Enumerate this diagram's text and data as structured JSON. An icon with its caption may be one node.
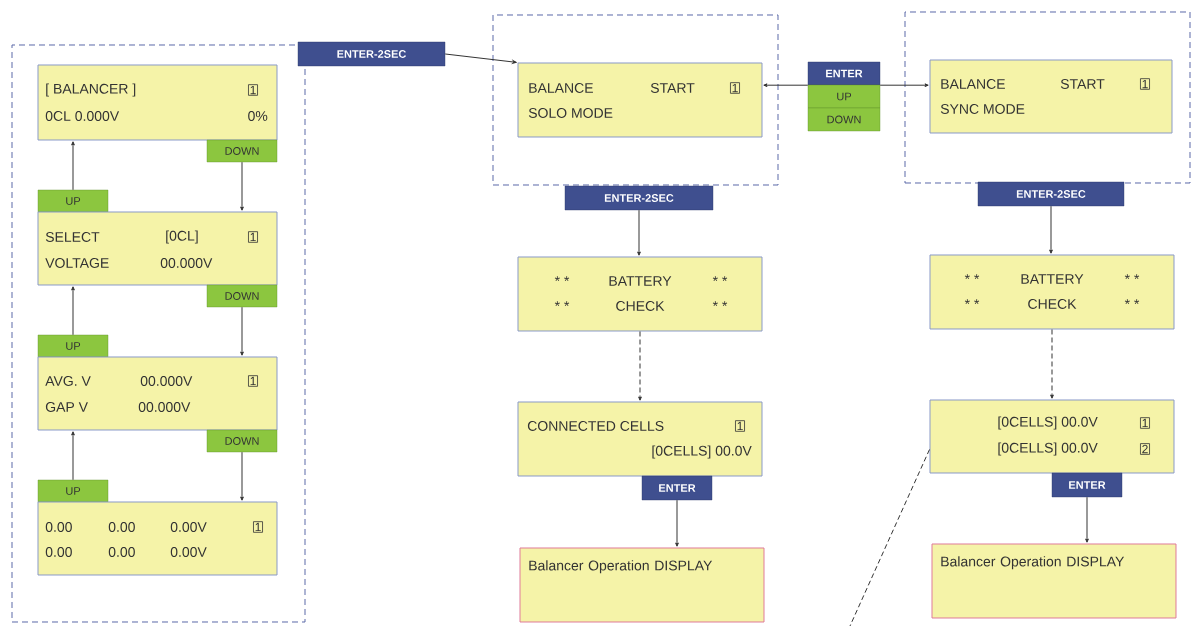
{
  "diagram": {
    "nodes": [
      {
        "text": [],
        "shape": "box"
      },
      {
        "text": [
          "[ BALANCER ]",
          "1",
          "0CL 0.000V",
          "0%"
        ],
        "in": 0
      },
      {
        "text": [
          "DOWN"
        ],
        "in": 0
      },
      {
        "text": [
          "UP"
        ],
        "in": 0
      },
      {
        "text": [
          "SELECT",
          "[0CL]",
          "1",
          "VOLTAGE",
          "00.000V"
        ],
        "in": 0
      },
      {
        "text": [
          "DOWN"
        ],
        "in": 0
      },
      {
        "text": [
          "UP"
        ],
        "in": 0
      },
      {
        "text": [
          "AVG. V",
          "00.000V",
          "1",
          "GAP V",
          "00.000V"
        ],
        "in": 0
      },
      {
        "text": [
          "DOWN"
        ],
        "in": 0
      },
      {
        "text": [
          "UP"
        ],
        "in": 0
      },
      {
        "text": [
          "0.00",
          "0.00",
          "0.00V",
          "1",
          "0.00",
          "0.00",
          "0.00V"
        ],
        "in": 0
      },
      {
        "text": [
          "ENTER-2SEC"
        ]
      },
      {
        "text": [],
        "shape": "box"
      },
      {
        "text": [
          "BALANCE",
          "START",
          "1",
          "SOLO MODE"
        ],
        "in": 12
      },
      {
        "text": [
          "ENTER"
        ]
      },
      {
        "text": [
          "UP"
        ]
      },
      {
        "text": [
          "DOWN"
        ]
      },
      {
        "text": [],
        "shape": "box"
      },
      {
        "text": [
          "BALANCE",
          "START",
          "1",
          "SYNC MODE"
        ],
        "in": 17
      },
      {
        "text": [
          "ENTER-2SEC"
        ]
      },
      {
        "text": [
          "* *",
          "BATTERY",
          "* *",
          "* *",
          "CHECK",
          "* *"
        ]
      },
      {
        "text": [
          "CONNECTED CELLS",
          "1",
          "[0CELLS] 00.0V"
        ]
      },
      {
        "text": [
          "ENTER"
        ]
      },
      {
        "text": [
          "Balancer Operation DISPLAY"
        ]
      },
      {
        "text": [
          "ENTER-2SEC"
        ]
      },
      {
        "text": [
          "* *",
          "BATTERY",
          "* *",
          "* *",
          "CHECK",
          "* *"
        ]
      },
      {
        "text": [
          "[0CELLS] 00.0V",
          "1",
          "[0CELLS] 00.0V",
          "2"
        ]
      },
      {
        "text": [
          "ENTER"
        ]
      },
      {
        "text": [
          "Balancer Operation DISPLAY"
        ]
      }
    ],
    "edges": [
      {
        "from": 2,
        "to": 4,
        "arrow": "to"
      },
      {
        "from": 3,
        "to": 1,
        "arrow": "to"
      },
      {
        "from": 5,
        "to": 7,
        "arrow": "to"
      },
      {
        "from": 6,
        "to": 4,
        "arrow": "to"
      },
      {
        "from": 8,
        "to": 10,
        "arrow": "to"
      },
      {
        "from": 9,
        "to": 7,
        "arrow": "to"
      },
      {
        "from": 11,
        "to": 13,
        "arrow": "to"
      },
      {
        "from": 14,
        "to": 13,
        "arrow": "to"
      },
      {
        "from": 14,
        "to": 18,
        "arrow": "to"
      },
      {
        "from": 19,
        "to": 20,
        "arrow": "to"
      },
      {
        "from": 20,
        "to": 21,
        "arrow": "to",
        "style": "dashed"
      },
      {
        "from": 22,
        "to": 23,
        "arrow": "to"
      },
      {
        "from": 24,
        "to": 25,
        "arrow": "to"
      },
      {
        "from": 25,
        "to": 26,
        "arrow": "to",
        "style": "dashed"
      },
      {
        "from": 27,
        "to": 28,
        "arrow": "to"
      },
      {
        "from": 26,
        "to": null,
        "arrow": "none",
        "style": "dashed"
      }
    ]
  }
}
